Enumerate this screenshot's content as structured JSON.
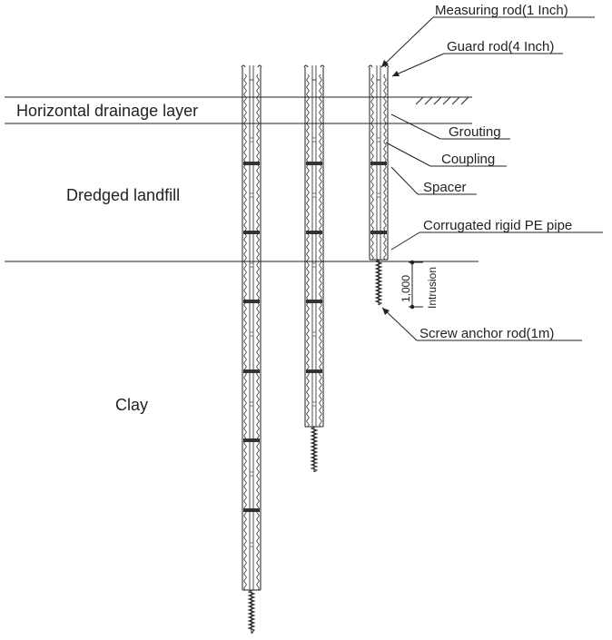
{
  "layers": {
    "drainage": "Horizontal drainage layer",
    "landfill": "Dredged landfill",
    "clay": "Clay"
  },
  "components": {
    "measuring_rod": "Measuring rod(1 Inch)",
    "guard_rod": "Guard rod(4 Inch)",
    "grouting": "Grouting",
    "coupling": "Coupling",
    "spacer": "Spacer",
    "pipe": "Corrugated rigid PE pipe",
    "anchor": "Screw anchor rod(1m)"
  },
  "dimension": {
    "value": "1,000",
    "label": "Intrusion"
  },
  "colors": {
    "line": "#222222",
    "spacer": "#333333",
    "coupling": "#555555"
  }
}
